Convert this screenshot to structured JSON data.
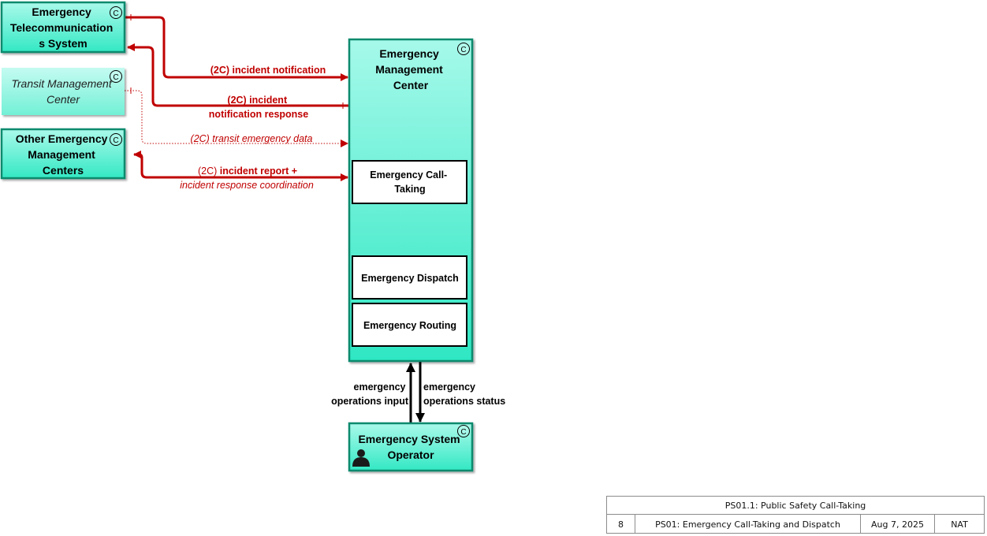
{
  "nodes": {
    "ets": {
      "lines": [
        "Emergency",
        "Telecommunication",
        "s System"
      ],
      "badge": "C"
    },
    "tmc": {
      "lines": [
        "Transit Management",
        "Center"
      ],
      "badge": "C"
    },
    "oemc": {
      "lines": [
        "Other Emergency",
        "Management",
        "Centers"
      ],
      "badge": "C"
    },
    "emc": {
      "lines": [
        "Emergency",
        "Management",
        "Center"
      ],
      "badge": "C"
    },
    "eso": {
      "lines": [
        "Emergency System",
        "Operator"
      ],
      "badge": "C"
    }
  },
  "functions": {
    "call_taking": [
      "Emergency Call-",
      "Taking"
    ],
    "dispatch": [
      "Emergency Dispatch"
    ],
    "routing": [
      "Emergency Routing"
    ]
  },
  "flows": {
    "incident_notification": [
      "(2C) incident notification"
    ],
    "incident_notification_response": [
      "(2C) incident",
      "notification response"
    ],
    "transit_emergency_data": [
      "(2C) transit emergency data"
    ],
    "incident_report_prefix": "(2C) ",
    "incident_report_main": "incident report +",
    "incident_response_coordination": "incident response coordination",
    "operations_input": [
      "emergency",
      "operations input"
    ],
    "operations_status": [
      "emergency",
      "operations status"
    ]
  },
  "colors": {
    "node_fill_top": "#aaf9ea",
    "node_fill_bottom": "#33e8c4",
    "node_border": "#0a8a6e",
    "flow_red": "#c00000",
    "flow_black": "#000000"
  },
  "title_block": {
    "title": "PS01.1: Public Safety Call-Taking",
    "page": "8",
    "package": "PS01: Emergency Call-Taking and Dispatch",
    "date": "Aug 7, 2025",
    "region": "NAT"
  }
}
